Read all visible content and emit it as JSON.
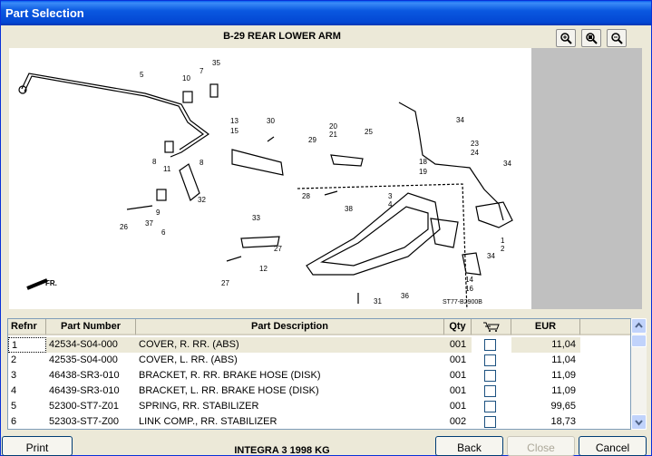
{
  "window": {
    "title": "Part Selection"
  },
  "diagram": {
    "title": "B-29 REAR LOWER ARM",
    "code": "ST77-B2900B",
    "direction_label": "FR.",
    "callouts": [
      "5",
      "10",
      "7",
      "35",
      "13",
      "15",
      "30",
      "20",
      "21",
      "25",
      "29",
      "8",
      "11",
      "8",
      "28",
      "3",
      "4",
      "38",
      "9",
      "37",
      "26",
      "32",
      "6",
      "33",
      "27",
      "12",
      "27",
      "31",
      "36",
      "18",
      "19",
      "34",
      "23",
      "24",
      "34",
      "1",
      "2",
      "34",
      "14",
      "16"
    ]
  },
  "zoom": [
    {
      "name": "zoom-in-icon"
    },
    {
      "name": "zoom-fit-icon"
    },
    {
      "name": "zoom-out-icon"
    }
  ],
  "table": {
    "headers": {
      "refnr": "Refnr",
      "part_number": "Part Number",
      "description": "Part Description",
      "qty": "Qty",
      "price": "EUR"
    },
    "rows": [
      {
        "refnr": "1",
        "part_number": "42534-S04-000",
        "description": "COVER, R. RR. (ABS)",
        "qty": "001",
        "price": "11,04"
      },
      {
        "refnr": "2",
        "part_number": "42535-S04-000",
        "description": "COVER, L. RR. (ABS)",
        "qty": "001",
        "price": "11,04"
      },
      {
        "refnr": "3",
        "part_number": "46438-SR3-010",
        "description": "BRACKET, R. RR. BRAKE HOSE (DISK)",
        "qty": "001",
        "price": "11,09"
      },
      {
        "refnr": "4",
        "part_number": "46439-SR3-010",
        "description": "BRACKET, L. RR. BRAKE HOSE (DISK)",
        "qty": "001",
        "price": "11,09"
      },
      {
        "refnr": "5",
        "part_number": "52300-ST7-Z01",
        "description": "SPRING, RR. STABILIZER",
        "qty": "001",
        "price": "99,65"
      },
      {
        "refnr": "6",
        "part_number": "52303-ST7-Z00",
        "description": "LINK COMP., RR. STABILIZER",
        "qty": "002",
        "price": "18,73"
      }
    ]
  },
  "footer": {
    "print_label": "Print",
    "vehicle": "INTEGRA 3 1998 KG",
    "back_label": "Back",
    "close_label": "Close",
    "cancel_label": "Cancel"
  },
  "colors": {
    "title_bar": "#0a58e0",
    "window_bg": "#ece9d8",
    "grid_border": "#7f9db9"
  }
}
